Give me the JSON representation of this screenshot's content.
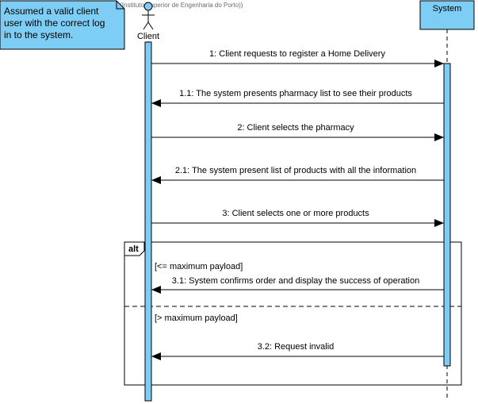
{
  "watermark": "Visual Paradigm Standard(Antonio Freitas(Instituto Superior de Engenharia do Porto))",
  "note": {
    "lines": [
      "Assumed a valid client",
      "user with the correct log",
      "in to the system."
    ]
  },
  "actors": {
    "client": "Client",
    "system": "System"
  },
  "messages": [
    "1: Client requests to register a Home Delivery",
    "1.1: The system presents pharmacy list to see their products",
    "2: Client selects the pharmacy",
    "2.1: The system present list of products with all the information",
    "3: Client selects one or more products",
    "3.1: System confirms order and display the success of operation",
    "3.2: Request invalid"
  ],
  "fragment": {
    "operator": "alt",
    "guard1": "[<= maximum payload]",
    "guard2": "[> maximum payload]"
  },
  "colors": {
    "lifeline_box": "#7ecdf4",
    "activation": "#7ecdf4",
    "note": "#7ecdf4",
    "line": "#000000"
  }
}
